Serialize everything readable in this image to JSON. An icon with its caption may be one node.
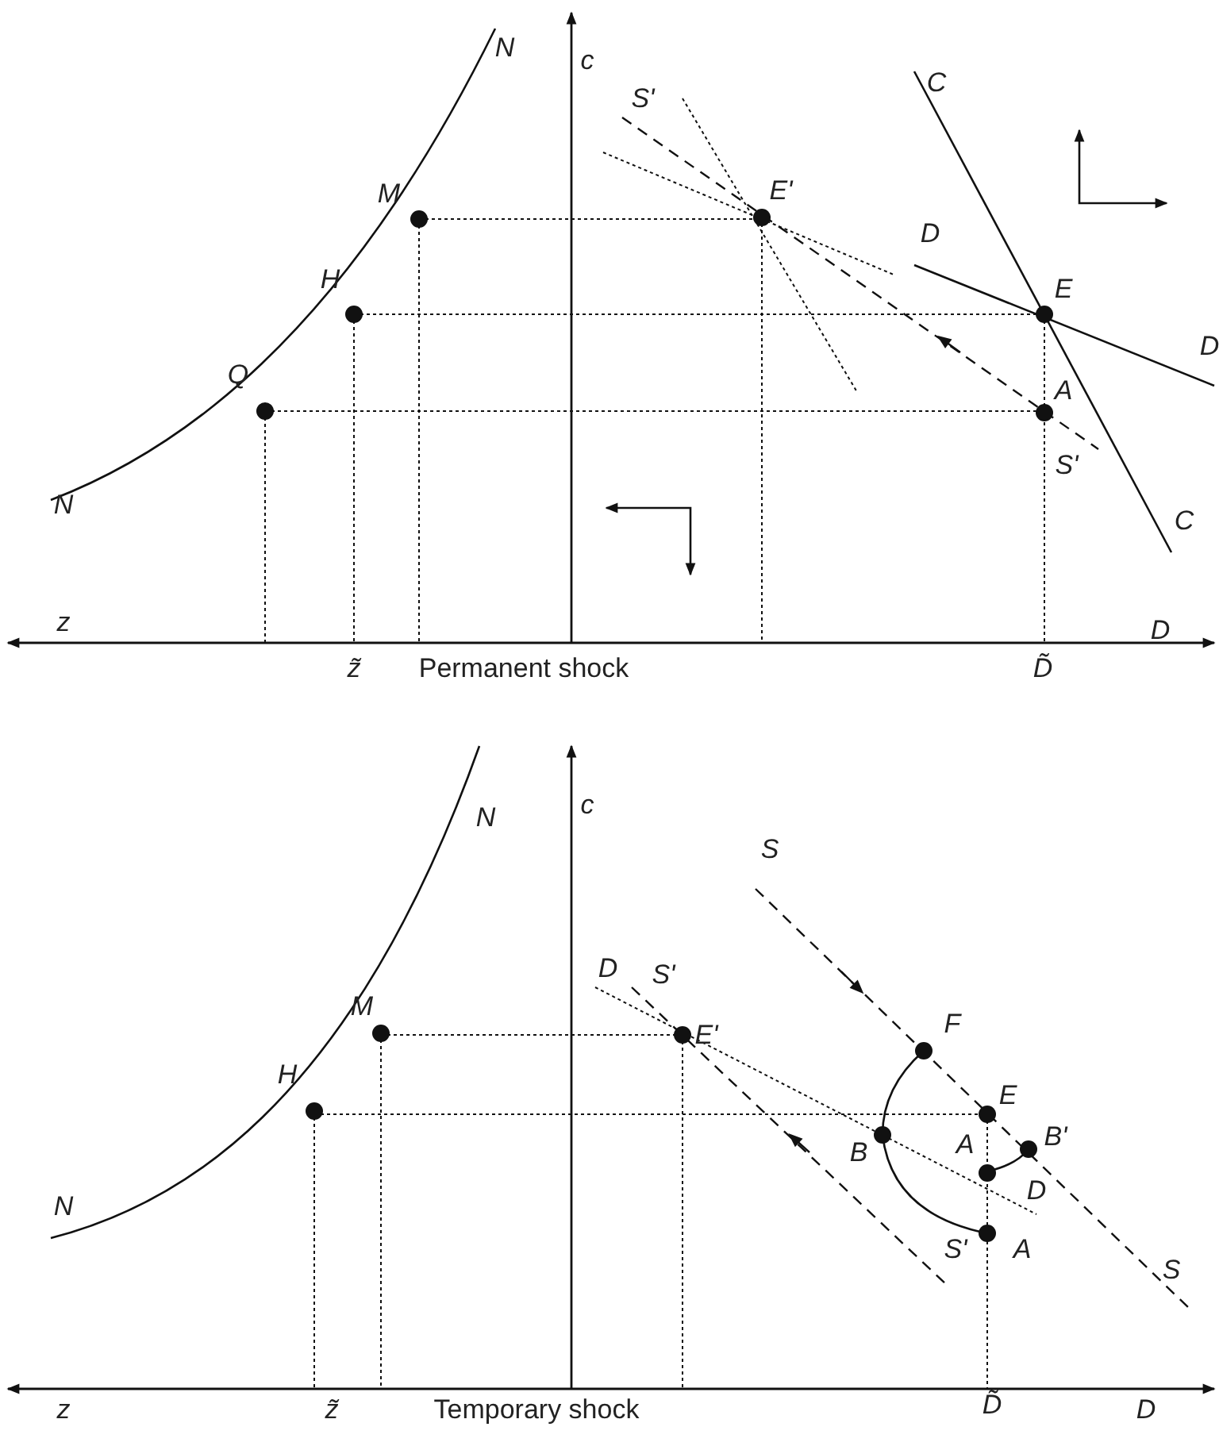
{
  "diagram": {
    "labels": [
      "N",
      "c",
      "S'",
      "C",
      "M",
      "E'",
      "D",
      "H",
      "E",
      "D",
      "Q",
      "A",
      "S'",
      "N",
      "C",
      "z",
      "z̃",
      "Permanent shock",
      "D̃",
      "D",
      "N",
      "c",
      "S",
      "D",
      "S'",
      "M",
      "E'",
      "F",
      "H",
      "E",
      "A",
      "B'",
      "B",
      "D",
      "N",
      "S'",
      "A",
      "S",
      "z",
      "z̃",
      "Temporary shock",
      "D̃",
      "D"
    ]
  }
}
